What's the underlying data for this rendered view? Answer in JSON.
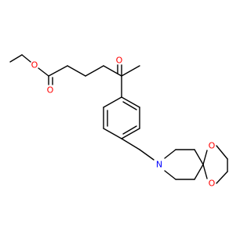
{
  "molecule": {
    "atoms": {
      "ester_ether_oxygen": "O",
      "ester_carbonyl_oxygen": "O",
      "ketone_oxygen": "O",
      "amine_nitrogen": "N",
      "ketal_oxygen_upper": "O",
      "ketal_oxygen_lower": "O"
    },
    "colors": {
      "oxygen": "#ff0000",
      "nitrogen": "#0000ff",
      "bond": "#000000"
    }
  }
}
